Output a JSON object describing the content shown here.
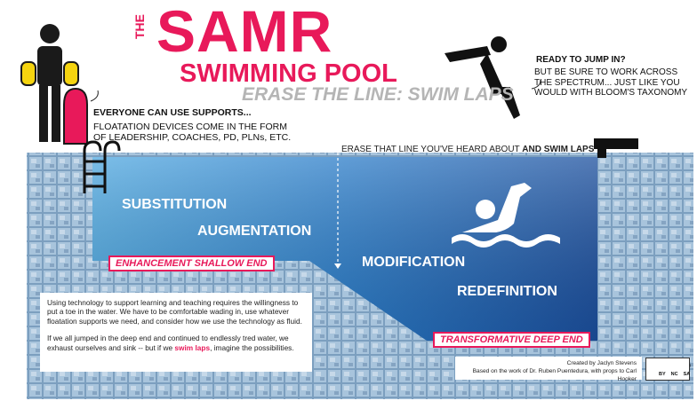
{
  "title": {
    "the": "THE",
    "main": "SAMR",
    "sub": "SWIMMING POOL",
    "tagline": "ERASE THE LINE: SWIM LAPS"
  },
  "supports": {
    "heading": "EVERYONE CAN USE SUPPORTS...",
    "body": "FLOATATION DEVICES COME IN THE FORM OF LEADERSHIP, COACHES, PD, PLNs, ETC."
  },
  "jump": {
    "heading": "READY TO JUMP IN?",
    "body": "BUT BE SURE TO WORK ACROSS THE SPECTRUM... JUST LIKE YOU WOULD WITH BLOOM'S TAXONOMY"
  },
  "erase_note": {
    "prefix": "ERASE THAT LINE YOU'VE HEARD ABOUT ",
    "emphasis": "AND SWIM LAPS"
  },
  "levels": {
    "substitution": "SUBSTITUTION",
    "augmentation": "AUGMENTATION",
    "modification": "MODIFICATION",
    "redefinition": "REDEFINITION"
  },
  "ends": {
    "shallow": "ENHANCEMENT SHALLOW END",
    "deep": "TRANSFORMATIVE DEEP END"
  },
  "info": {
    "paragraph1": "Using technology to support learning and teaching requires the willingness to put a toe in the water. We have to be comfortable wading in, use whatever floatation supports we need, and consider how we use the technology as fluid.",
    "paragraph2_start": "If we all jumped in the deep end and continued to endlessly tred water, we exhaust ourselves and sink -- but if we ",
    "paragraph2_highlight": "swim laps",
    "paragraph2_end": ", imagine the possibilities."
  },
  "credits": {
    "line1": "Created by Jaclyn Stevens",
    "line2": "Based on the work of Dr. Ruben Puentedura, with props to Carl Hooker"
  },
  "license": {
    "by": "BY",
    "nc": "NC",
    "sa": "SA"
  },
  "colors": {
    "accent_pink": "#e8195a",
    "water_light": "#3a9ad9",
    "water_deep": "#1a4fa0",
    "tile": "#8fb2cf",
    "float_yellow": "#f5d40f"
  },
  "icons": [
    "person-with-floaties-icon",
    "kickboard-icon",
    "pool-ladder-icon",
    "diver-icon",
    "diving-board-icon",
    "swimmer-icon",
    "cc-license-icon"
  ]
}
